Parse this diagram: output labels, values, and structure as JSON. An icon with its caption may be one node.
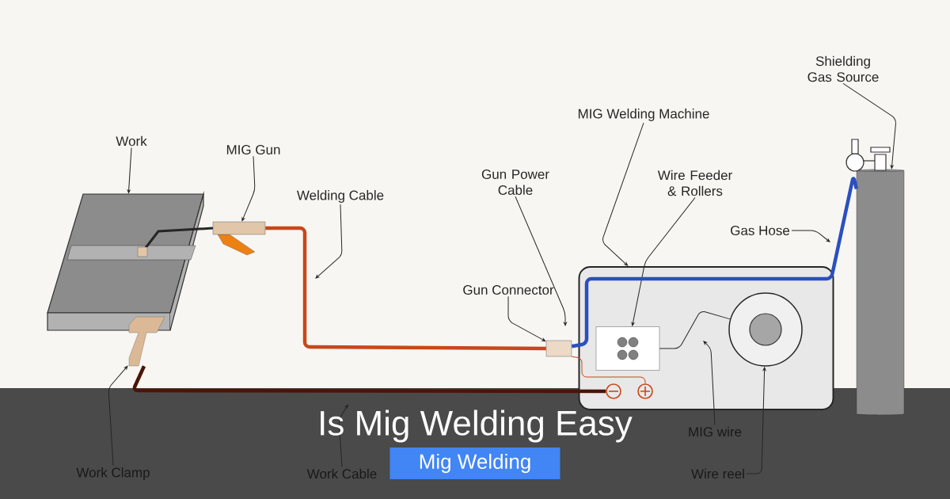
{
  "diagram": {
    "title": "Is Mig Welding Easy",
    "nodes": [
      {
        "text": [
          "Work"
        ]
      },
      {
        "text": [],
        "shape": "picture"
      },
      {
        "text": [
          "MIG Gun"
        ]
      },
      {
        "text": [],
        "shape": "picture"
      },
      {
        "text": [
          "Welding Cable"
        ]
      },
      {
        "text": [
          "Gun Power Cable"
        ]
      },
      {
        "text": [
          "MIG Welding Machine"
        ]
      },
      {
        "text": [],
        "shape": "box"
      },
      {
        "text": [
          "Wire Feeder & Rollers"
        ]
      },
      {
        "text": [],
        "shape": "box",
        "in": 7
      },
      {
        "text": [
          "Shielding Gas Source"
        ]
      },
      {
        "text": [],
        "shape": "cylinder"
      },
      {
        "text": [
          "Gas Hose"
        ]
      },
      {
        "text": [
          "Gun Connector"
        ]
      },
      {
        "text": [],
        "shape": "box"
      },
      {
        "text": [],
        "shape": "circle",
        "in": 7
      },
      {
        "text": [
          "Work Clamp"
        ]
      },
      {
        "text": [],
        "shape": "picture"
      },
      {
        "text": [
          "Work Cable"
        ]
      },
      {
        "text": [
          "MIG wire"
        ]
      },
      {
        "text": [
          "Wire reel"
        ]
      },
      {
        "text": [],
        "shape": "circle",
        "in": 7
      },
      {
        "text": [],
        "shape": "circle",
        "in": 7
      }
    ],
    "edges": [
      {
        "from": 0,
        "to": 1,
        "arrow": "to"
      },
      {
        "from": 2,
        "to": 3,
        "arrow": "to"
      },
      {
        "from": 4,
        "to": null,
        "arrow": "to"
      },
      {
        "from": 5,
        "to": null,
        "arrow": "to"
      },
      {
        "from": 6,
        "to": 7,
        "arrow": "to"
      },
      {
        "from": 8,
        "to": 9,
        "arrow": "to"
      },
      {
        "from": 10,
        "to": 11,
        "arrow": "to"
      },
      {
        "from": 12,
        "to": null,
        "arrow": "to"
      },
      {
        "from": 13,
        "to": 14,
        "arrow": "to"
      },
      {
        "from": 16,
        "to": 17,
        "arrow": "to"
      },
      {
        "from": 18,
        "to": null,
        "arrow": "to"
      },
      {
        "from": 19,
        "to": null,
        "arrow": "to"
      },
      {
        "from": 20,
        "to": 15,
        "arrow": "to"
      },
      {
        "from": 3,
        "to": 14,
        "arrow": "none",
        "style": "thick",
        "color": "#c8471a"
      },
      {
        "from": 17,
        "to": 21,
        "arrow": "none",
        "style": "thick",
        "color": "#4a1508"
      },
      {
        "from": 11,
        "to": 14,
        "arrow": "none",
        "style": "thick",
        "color": "#2a4fc0"
      },
      {
        "from": 15,
        "to": 9,
        "arrow": "none"
      },
      {
        "from": 14,
        "to": 22,
        "arrow": "none",
        "color": "#c8471a"
      }
    ],
    "labels": [
      "Mig Welding"
    ]
  }
}
